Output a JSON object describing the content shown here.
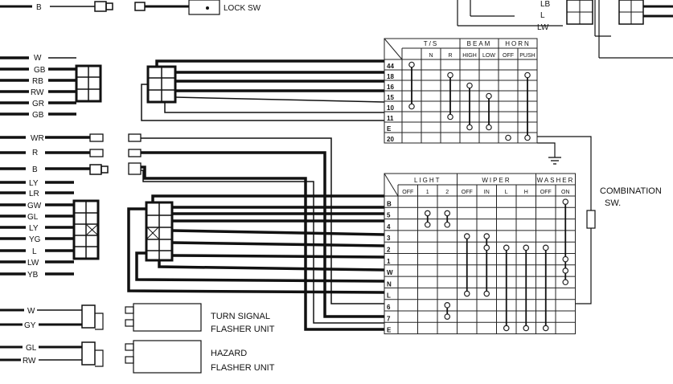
{
  "top": {
    "wire_b": "B",
    "lock_sw": "LOCK SW",
    "right_wires": [
      "LB",
      "L",
      "LW"
    ]
  },
  "left_wires_group1": [
    "W",
    "GB",
    "RB",
    "RW",
    "GR",
    "GB"
  ],
  "left_wires_group2": [
    "WR",
    "R",
    "B",
    "LY",
    "LR",
    "GW",
    "GL",
    "LY",
    "YG",
    "L",
    "LW",
    "YB"
  ],
  "turn_signal": {
    "wires": [
      "W",
      "GY"
    ],
    "label_line1": "TURN SIGNAL",
    "label_line2": "FLASHER UNIT"
  },
  "hazard": {
    "wires": [
      "GL",
      "RW"
    ],
    "label_line1": "HAZARD",
    "label_line2": "FLASHER UNIT"
  },
  "combination_switch": {
    "label_line1": "COMBINATION",
    "label_line2": "SW."
  },
  "upper_table": {
    "groups": [
      {
        "label": "T/S",
        "span": 3
      },
      {
        "label": "BEAM",
        "span": 2
      },
      {
        "label": "HORN",
        "span": 2
      }
    ],
    "columns": [
      "",
      "N",
      "R",
      "HIGH",
      "LOW",
      "OFF",
      "PUSH"
    ],
    "rows": [
      "44",
      "18",
      "16",
      "15",
      "10",
      "11",
      "E",
      "20"
    ]
  },
  "lower_table": {
    "groups": [
      {
        "label": "LIGHT",
        "span": 3
      },
      {
        "label": "WIPER",
        "span": 4
      },
      {
        "label": "WASHER",
        "span": 2
      }
    ],
    "columns": [
      "OFF",
      "1",
      "2",
      "OFF",
      "IN",
      "L",
      "H",
      "OFF",
      "ON"
    ],
    "rows": [
      "B",
      "5",
      "4",
      "3",
      "2",
      "1",
      "W",
      "N",
      "L",
      "6",
      "7",
      "E"
    ]
  }
}
